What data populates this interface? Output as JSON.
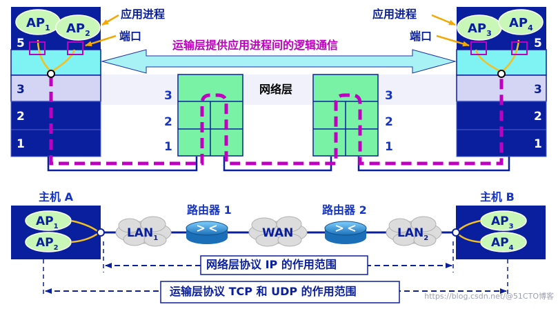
{
  "top": {
    "app_process_label": "应用进程",
    "port_label": "端口",
    "transport_text": "运输层提供应用进程间的逻辑通信",
    "network_layer_label": "网络层",
    "left_host": {
      "apps": [
        {
          "name": "AP",
          "sub": "1"
        },
        {
          "name": "AP",
          "sub": "2"
        }
      ],
      "layers": [
        "5",
        "3",
        "2",
        "1"
      ]
    },
    "right_host": {
      "apps": [
        {
          "name": "AP",
          "sub": "3"
        },
        {
          "name": "AP",
          "sub": "4"
        }
      ],
      "layers": [
        "5",
        "3",
        "2",
        "1"
      ]
    },
    "router_layers": [
      "3",
      "2",
      "1"
    ]
  },
  "bottom": {
    "host_a_label": "主机 A",
    "host_b_label": "主机 B",
    "router1_label": "路由器 1",
    "router2_label": "路由器 2",
    "host_a_apps": [
      {
        "name": "AP",
        "sub": "1"
      },
      {
        "name": "AP",
        "sub": "2"
      }
    ],
    "host_b_apps": [
      {
        "name": "AP",
        "sub": "3"
      },
      {
        "name": "AP",
        "sub": "4"
      }
    ],
    "lan1": {
      "name": "LAN",
      "sub": "1"
    },
    "wan": "WAN",
    "lan2": {
      "name": "LAN",
      "sub": "2"
    },
    "ip_scope": "网络层协议 IP 的作用范围",
    "tcp_scope": "运输层协议 TCP 和 UDP 的作用范围"
  },
  "watermark": "https://blog.csdn.net/@51CTO博客",
  "colors": {
    "host_blue": "#0a1f9e",
    "layer5": "#7ff3f3",
    "layer3": "#d4d4f5",
    "router_green": "#79f2a5",
    "app_green": "#c8f7b8",
    "magenta": "#c000c0",
    "title_blue": "#1434c8",
    "arrow_cyan": "#a8f2f6"
  }
}
